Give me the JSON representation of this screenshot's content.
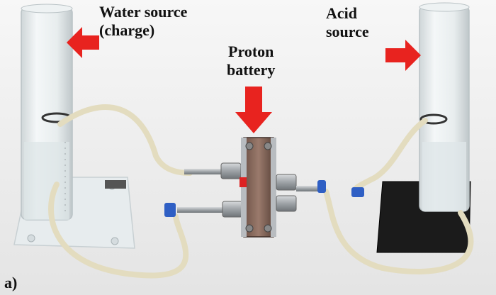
{
  "labels": {
    "water_source_line1": "Water source",
    "water_source_line2": "(charge)",
    "acid_source_line1": "Acid",
    "acid_source_line2": "source",
    "proton_battery_line1": "Proton",
    "proton_battery_line2": "battery",
    "panel_label": "a)"
  },
  "colors": {
    "arrow": "#e8231f",
    "background": "#f3f3f3",
    "acrylic_base": "#e9eef0",
    "black_base": "#1b1b1b",
    "tubing": "#e6dfc2",
    "steel": "#a9adb1",
    "cell_plate": "#8a6a5c",
    "clip_blue": "#2f5fc4"
  }
}
